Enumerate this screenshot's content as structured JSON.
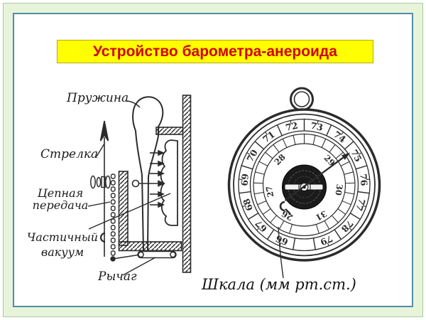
{
  "slide": {
    "title": "Устройство барометра-анероида"
  },
  "colors": {
    "title_bg": "#ffff00",
    "title_text": "#d10000",
    "title_border": "#b9a800",
    "frame_band": "#e7f4d9",
    "frame_outer_line": "#a3cba3",
    "frame_inner_line": "#4f8fa6",
    "ink": "#2b2b2b"
  },
  "left_diagram": {
    "labels": {
      "spring": "Пружина",
      "pointer": "Стрелка",
      "chain_line1": "Цепная",
      "chain_line2": "передача",
      "vacuum_line1": "Частичный",
      "vacuum_line2": "вакуум",
      "lever": "Рычаг"
    }
  },
  "barometer": {
    "scale_label": "Шкала (мм рт.ст.)",
    "outer_scale_values": [
      66,
      67,
      68,
      69,
      70,
      71,
      72,
      73,
      74,
      75,
      76,
      77,
      78,
      79
    ],
    "outer_scale_start_angle": -158,
    "outer_scale_step": 24.31,
    "inner_scale_values": [
      26,
      27,
      28,
      29,
      30,
      31
    ],
    "inner_scale_angles": [
      -151,
      -101,
      -44,
      46,
      98,
      151
    ],
    "pointer_angle": 55
  }
}
